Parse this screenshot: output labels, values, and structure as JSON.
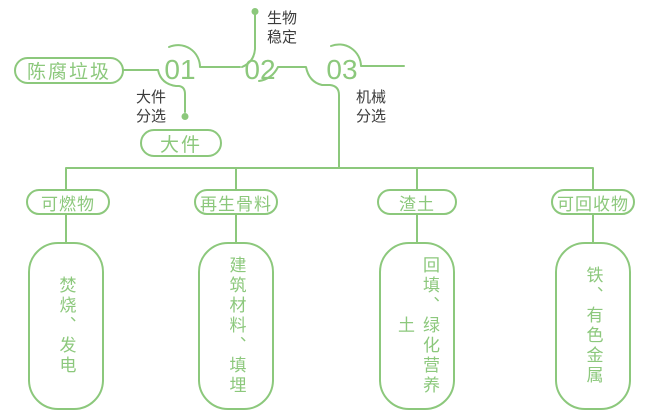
{
  "colors": {
    "green": "#8CC87C",
    "label_text": "#3B3B3B"
  },
  "flow": {
    "source": "陈腐垃圾",
    "steps": [
      {
        "number": "01",
        "label": "大件分选",
        "output": "大件"
      },
      {
        "number": "02",
        "label": "生物稳定"
      },
      {
        "number": "03",
        "label": "机械分选"
      }
    ]
  },
  "branches": [
    {
      "category": "可燃物",
      "detail": "焚烧、发电"
    },
    {
      "category": "再生骨料",
      "detail": "建筑材料、填埋"
    },
    {
      "category": "渣土",
      "detail": "回填、绿化营养土"
    },
    {
      "category": "可回收物",
      "detail": "铁、有色金属"
    }
  ]
}
